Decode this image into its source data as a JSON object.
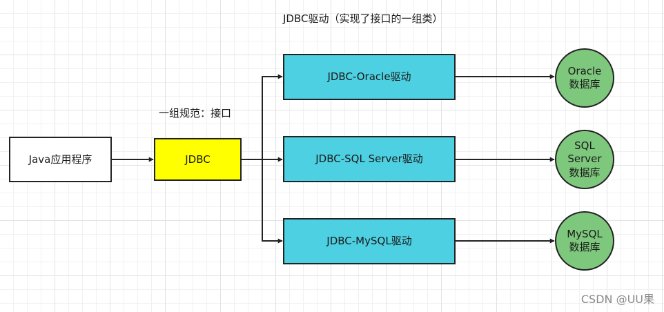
{
  "diagram": {
    "top_label": "JDBC驱动（实现了接口的一组类）",
    "spec_label": "一组规范：接口",
    "nodes": {
      "java_app": {
        "label": "Java应用程序",
        "fill": "#ffffff"
      },
      "jdbc": {
        "label": "JDBC",
        "fill": "#ffff00"
      },
      "driver_oracle": {
        "label": "JDBC-Oracle驱动",
        "fill": "#4dd0e1"
      },
      "driver_sqlserver": {
        "label": "JDBC-SQL Server驱动",
        "fill": "#4dd0e1"
      },
      "driver_mysql": {
        "label": "JDBC-MySQL驱动",
        "fill": "#4dd0e1"
      },
      "db_oracle": {
        "line1": "Oracle",
        "line2": "数据库",
        "fill": "#7ec87e"
      },
      "db_sqlserver": {
        "line1": "SQL",
        "line2": "Server",
        "line3": "数据库",
        "fill": "#7ec87e"
      },
      "db_mysql": {
        "line1": "MySQL",
        "line2": "数据库",
        "fill": "#7ec87e"
      }
    },
    "edges": [
      {
        "from": "java_app",
        "to": "jdbc"
      },
      {
        "from": "jdbc",
        "to": "driver_oracle"
      },
      {
        "from": "jdbc",
        "to": "driver_sqlserver"
      },
      {
        "from": "jdbc",
        "to": "driver_mysql"
      },
      {
        "from": "driver_oracle",
        "to": "db_oracle"
      },
      {
        "from": "driver_sqlserver",
        "to": "db_sqlserver"
      },
      {
        "from": "driver_mysql",
        "to": "db_mysql"
      }
    ],
    "colors": {
      "stroke": "#222222",
      "driver_fill": "#4dd0e1",
      "jdbc_fill": "#ffff00",
      "db_fill": "#7ec87e",
      "grid": "#e2e2e2"
    }
  },
  "watermark": "CSDN @UU果"
}
